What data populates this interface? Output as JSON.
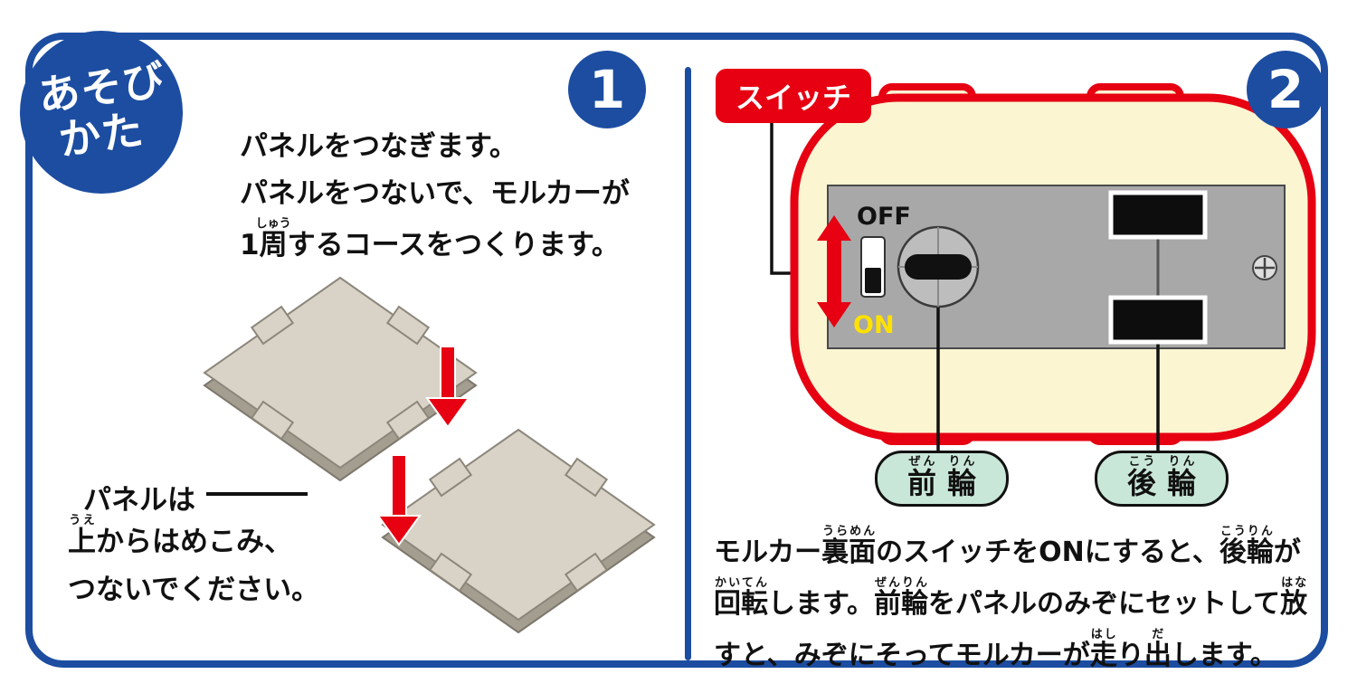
{
  "colors": {
    "frame_blue": "#1c4da1",
    "accent_red": "#e60012",
    "car_body_cream": "#fbf5d2",
    "base_plate_gray": "#a8a8a8",
    "panel_beige": "#d9d3c7",
    "wheel_pill_green": "#c9e7d8",
    "on_yellow": "#ffe100"
  },
  "badge": {
    "line1": "あそび",
    "line2": "かた"
  },
  "step1": {
    "number": "1",
    "intro_line1": "パネルをつなぎます。",
    "intro_line2": "パネルをつないで、モルカーが",
    "intro_line3": [
      {
        "t": "1"
      },
      {
        "t": "周",
        "r": "しゅう"
      },
      {
        "t": "するコースをつくります。"
      }
    ],
    "panel_label": "パネルは",
    "note_line1": [
      {
        "t": "上",
        "r": "うえ"
      },
      {
        "t": "からはめこみ、"
      }
    ],
    "note_line2": "つないでください。"
  },
  "step2": {
    "number": "2",
    "switch_label": "スイッチ",
    "off": "OFF",
    "on": "ON",
    "front_wheel": [
      {
        "t": "前",
        "r": "ぜん"
      },
      {
        "t": "輪",
        "r": "りん"
      }
    ],
    "rear_wheel": [
      {
        "t": "後",
        "r": "こう"
      },
      {
        "t": "輪",
        "r": "りん"
      }
    ],
    "desc_line1": [
      {
        "t": "モルカー"
      },
      {
        "t": "裏面",
        "r": "うらめん"
      },
      {
        "t": "のスイッチをONにすると、"
      },
      {
        "t": "後輪",
        "r": "こうりん"
      },
      {
        "t": "が"
      }
    ],
    "desc_line2": [
      {
        "t": "回転",
        "r": "かいてん"
      },
      {
        "t": "します。"
      },
      {
        "t": "前輪",
        "r": "ぜんりん"
      },
      {
        "t": "をパネルのみぞにセットして"
      },
      {
        "t": "放",
        "r": "はな"
      }
    ],
    "desc_line3": [
      {
        "t": "すと、みぞにそってモルカーが"
      },
      {
        "t": "走",
        "r": "はし"
      },
      {
        "t": "り"
      },
      {
        "t": "出",
        "r": "だ"
      },
      {
        "t": "します。"
      }
    ]
  }
}
